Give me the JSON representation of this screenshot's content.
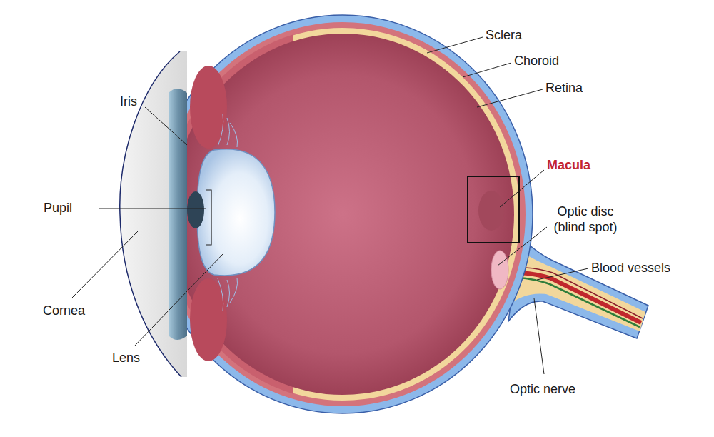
{
  "diagram": {
    "labels": [
      "Sclera",
      "Choroid",
      "Retina",
      "Iris",
      "Macula",
      "Pupil",
      "Optic disc (blind spot)",
      "Blood vessels",
      "Cornea",
      "Lens",
      "Optic nerve"
    ]
  }
}
